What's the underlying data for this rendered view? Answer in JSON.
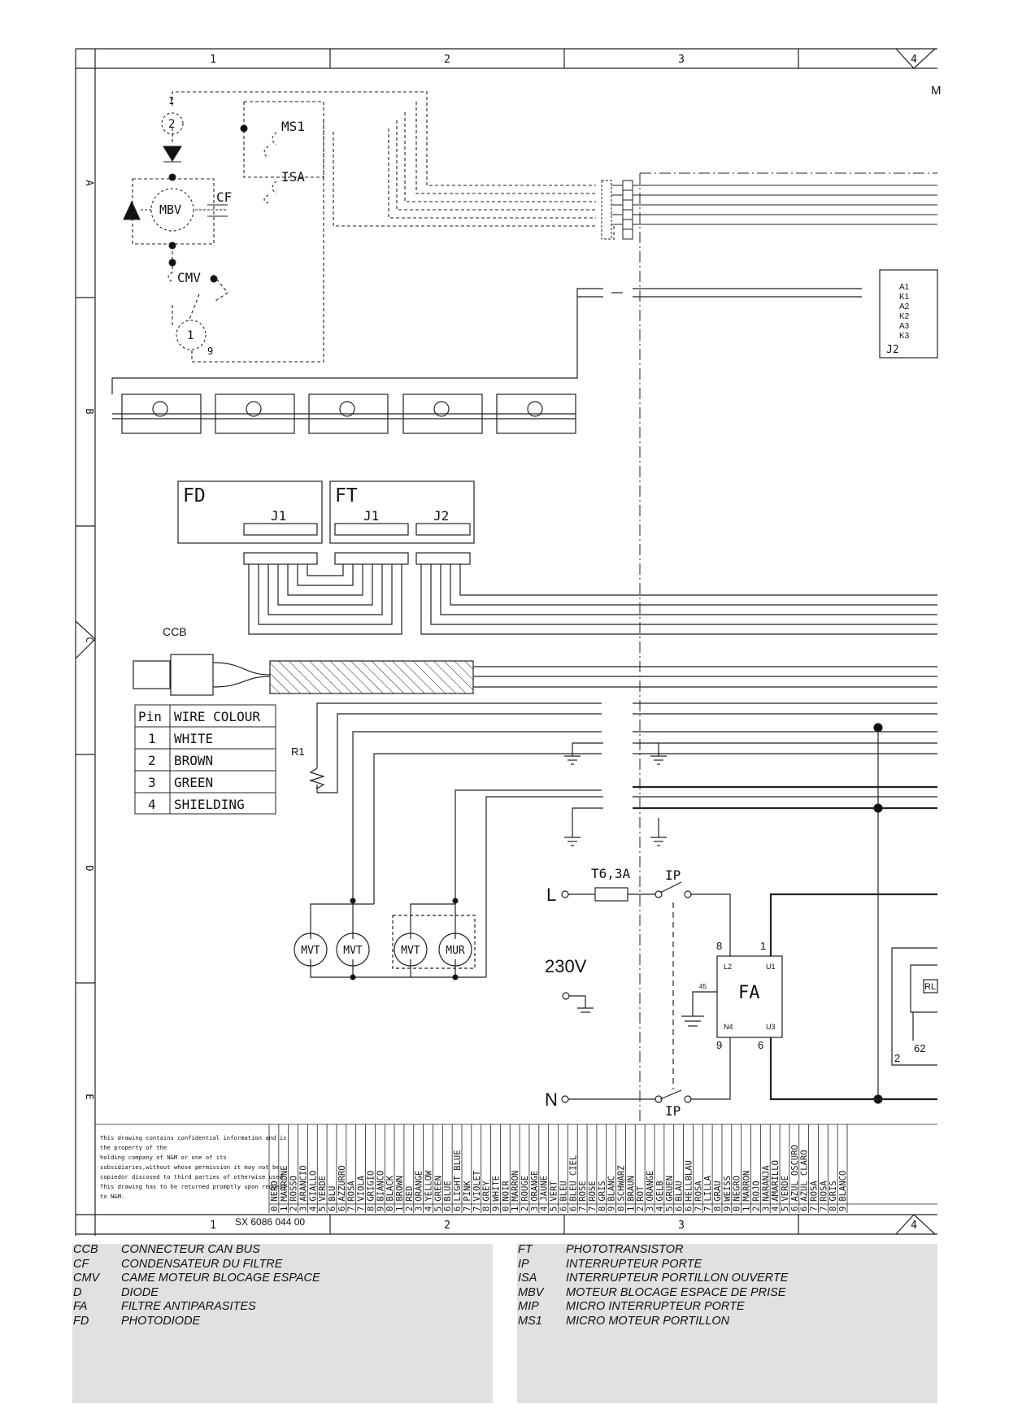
{
  "frame": {
    "columns": [
      "1",
      "2",
      "3",
      "4"
    ],
    "rows": [
      "A",
      "B",
      "C",
      "D",
      "E"
    ],
    "corner_label": "M",
    "doc_number": "SX 6086 044 00"
  },
  "components": {
    "ms1": "MS1",
    "isa": "ISA",
    "mbv": "MBV",
    "cf": "CF",
    "cmv": "CMV",
    "conn_1": "1",
    "conn_2": "2",
    "conn_9": "9",
    "fd": "FD",
    "ft": "FT",
    "j1": "J1",
    "j2": "J2",
    "ccb": "CCB",
    "r1": "R1",
    "mvt": "MVT",
    "mur": "MUR",
    "fuse": "T6,3A",
    "ip": "IP",
    "line": "L",
    "neutral": "N",
    "voltage": "230V",
    "fa": "FA",
    "fa_l2": "L2",
    "fa_u1": "U1",
    "fa_n4": "N4",
    "fa_u3": "U3",
    "rl": "RL",
    "n45": "45",
    "n62": "62",
    "n8": "8",
    "n1": "1",
    "n9": "9",
    "n6": "6",
    "n2": "2",
    "j2_pins": [
      "A1",
      "K1",
      "A2",
      "K2",
      "A3",
      "K3"
    ]
  },
  "pin_table": {
    "headers": [
      "Pin",
      "WIRE COLOUR"
    ],
    "rows": [
      [
        "1",
        "WHITE"
      ],
      [
        "2",
        "BROWN"
      ],
      [
        "3",
        "GREEN"
      ],
      [
        "4",
        "SHIELDING"
      ]
    ]
  },
  "confidential_note": [
    "This drawing contains confidential information and is",
    "the property of the",
    "holding company of N&M or one of its",
    "subsidiaries,without whose permission it may not be",
    "copiedor discosed to third parties of otherwise used.",
    "This drawing has to be returned promptly upon request",
    "to N&M."
  ],
  "colour_codes": [
    [
      "0",
      "NERO"
    ],
    [
      "1",
      "MARRONE"
    ],
    [
      "2",
      "ROSSO"
    ],
    [
      "3",
      "ARANCIO"
    ],
    [
      "4",
      "GIALLO"
    ],
    [
      "5",
      "VERDE"
    ],
    [
      "6",
      "BLU"
    ],
    [
      "6",
      "AZZURRO"
    ],
    [
      "7",
      "ROSA"
    ],
    [
      "7",
      "VIOLA"
    ],
    [
      "8",
      "GRIGIO"
    ],
    [
      "9",
      "BIANCO"
    ],
    [
      "0",
      "BLACK"
    ],
    [
      "1",
      "BROWN"
    ],
    [
      "2",
      "RED"
    ],
    [
      "3",
      "ORANGE"
    ],
    [
      "4",
      "YELLOW"
    ],
    [
      "5",
      "GREEN"
    ],
    [
      "6",
      "BLUE"
    ],
    [
      "6",
      "LIGHT BLUE"
    ],
    [
      "7",
      "PINK"
    ],
    [
      "7",
      "VIOLET"
    ],
    [
      "8",
      "GREY"
    ],
    [
      "9",
      "WHITE"
    ],
    [
      "0",
      "NOIR"
    ],
    [
      "1",
      "MARRON"
    ],
    [
      "2",
      "ROUGE"
    ],
    [
      "3",
      "ORANGE"
    ],
    [
      "4",
      "JAUNE"
    ],
    [
      "5",
      "VERT"
    ],
    [
      "6",
      "BLEU"
    ],
    [
      "6",
      "BLEU CIEL"
    ],
    [
      "7",
      "ROSE"
    ],
    [
      "7",
      "ROSE"
    ],
    [
      "8",
      "GRIS"
    ],
    [
      "9",
      "BLANC"
    ],
    [
      "0",
      "SCHWARZ"
    ],
    [
      "1",
      "BRAUN"
    ],
    [
      "2",
      "ROT"
    ],
    [
      "3",
      "ORANGE"
    ],
    [
      "4",
      "GELB"
    ],
    [
      "5",
      "GRUEN"
    ],
    [
      "6",
      "BLAU"
    ],
    [
      "6",
      "HELLBLAU"
    ],
    [
      "7",
      "ROSA"
    ],
    [
      "7",
      "LILLA"
    ],
    [
      "8",
      "GRAU"
    ],
    [
      "9",
      "WEISS"
    ],
    [
      "0",
      "NEGRO"
    ],
    [
      "1",
      "MARRON"
    ],
    [
      "2",
      "ROJO"
    ],
    [
      "3",
      "NARANJA"
    ],
    [
      "4",
      "AMARILLO"
    ],
    [
      "5",
      "VERDE"
    ],
    [
      "6",
      "AZUL OSCURO"
    ],
    [
      "6",
      "AZUL CLARO"
    ],
    [
      "7",
      "ROSA"
    ],
    [
      "7",
      "ROSA"
    ],
    [
      "8",
      "GRIS"
    ],
    [
      "9",
      "BLANCO"
    ]
  ],
  "legend_left": [
    [
      "CCB",
      "CONNECTEUR CAN BUS"
    ],
    [
      "CF",
      "CONDENSATEUR DU FILTRE"
    ],
    [
      "CMV",
      "CAME MOTEUR BLOCAGE ESPACE"
    ],
    [
      "D",
      "DIODE"
    ],
    [
      "FA",
      "FILTRE ANTIPARASITES"
    ],
    [
      "FD",
      "PHOTODIODE"
    ]
  ],
  "legend_right": [
    [
      "FT",
      "PHOTOTRANSISTOR"
    ],
    [
      "IP",
      "INTERRUPTEUR PORTE"
    ],
    [
      "ISA",
      "INTERRUPTEUR PORTILLON OUVERTE"
    ],
    [
      "MBV",
      "MOTEUR BLOCAGE ESPACE DE PRISE"
    ],
    [
      "MIP",
      "MICRO INTERRUPTEUR PORTE"
    ],
    [
      "MS1",
      "MICRO MOTEUR PORTILLON"
    ]
  ]
}
